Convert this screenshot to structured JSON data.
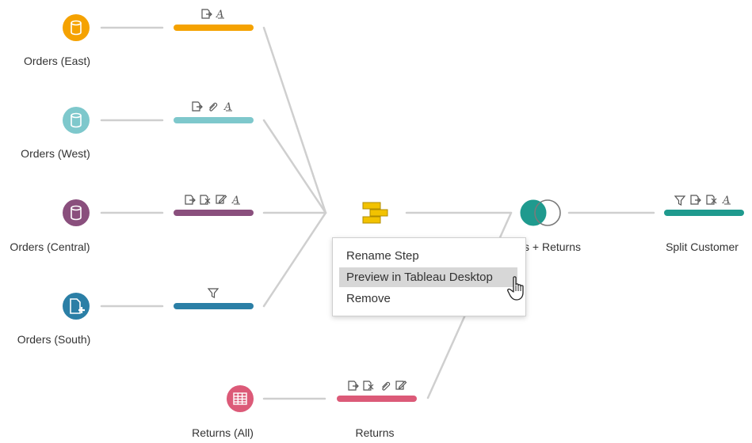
{
  "flow": {
    "inputs": [
      {
        "label": "Orders (East)",
        "color": "#f5a200",
        "icon": "database-icon"
      },
      {
        "label": "Orders (West)",
        "color": "#7ec8cc",
        "icon": "database-icon"
      },
      {
        "label": "Orders (Central)",
        "color": "#8a4f7d",
        "icon": "database-icon"
      },
      {
        "label": "Orders (South)",
        "color": "#2b7fa6",
        "icon": "file-add-icon"
      },
      {
        "label": "Returns (All)",
        "color": "#dc5a78",
        "icon": "table-icon"
      }
    ],
    "steps": [
      {
        "label": "",
        "color": "#f5a200",
        "icons": [
          "changes-icon",
          "rename-icon"
        ]
      },
      {
        "label": "",
        "color": "#7ec8cc",
        "icons": [
          "changes-icon",
          "attachment-icon",
          "rename-icon"
        ]
      },
      {
        "label": "",
        "color": "#8a4f7d",
        "icons": [
          "changes-icon",
          "remove-field-icon",
          "edit-icon",
          "rename-icon"
        ]
      },
      {
        "label": "",
        "color": "#2b7fa6",
        "icons": [
          "filter-icon"
        ]
      },
      {
        "label": "Returns",
        "color": "#dc5a78",
        "icons": [
          "changes-icon",
          "remove-field-icon",
          "attachment-icon",
          "edit-icon"
        ]
      }
    ],
    "union": {
      "icon": "union-icon",
      "color": "#f2c200"
    },
    "join": {
      "label": "s + Returns",
      "color": "#1f9a8e",
      "icon": "join-icon"
    },
    "output_step": {
      "label": "Split Customer",
      "color": "#1f9a8e",
      "icons": [
        "filter-icon",
        "changes-icon",
        "remove-field-icon",
        "rename-icon"
      ]
    }
  },
  "context_menu": {
    "items": [
      {
        "label": "Rename Step",
        "highlighted": false
      },
      {
        "label": "Preview in Tableau Desktop",
        "highlighted": true
      },
      {
        "label": "Remove",
        "highlighted": false
      }
    ]
  }
}
